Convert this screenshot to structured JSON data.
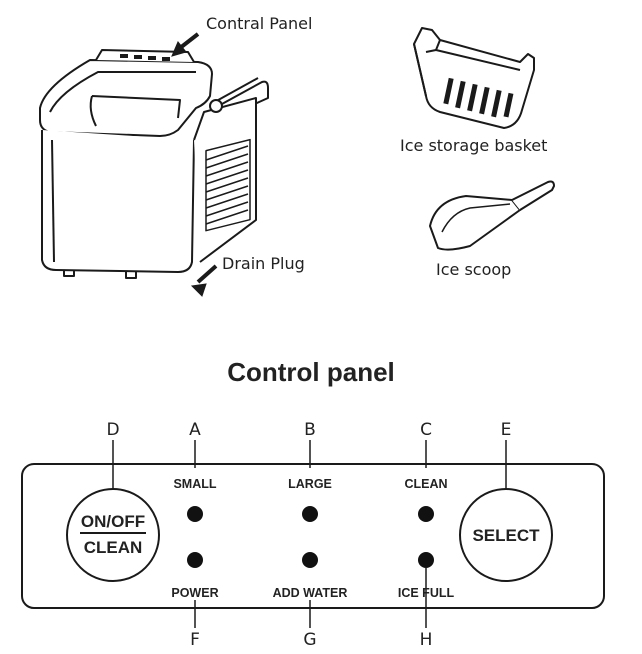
{
  "callouts": {
    "control_panel": "Contral Panel",
    "drain_plug": "Drain Plug",
    "basket": "Ice storage basket",
    "scoop": "Ice scoop"
  },
  "panel": {
    "title": "Control panel",
    "letters": {
      "A": "A",
      "B": "B",
      "C": "C",
      "D": "D",
      "E": "E",
      "F": "F",
      "G": "G",
      "H": "H"
    },
    "top_labels": {
      "small": "SMALL",
      "large": "LARGE",
      "clean": "CLEAN"
    },
    "bottom_labels": {
      "power": "POWER",
      "add_water": "ADD WATER",
      "ice_full": "ICE FULL"
    },
    "on_off_button": {
      "line1": "ON/OFF",
      "line2": "CLEAN"
    },
    "select_button": "SELECT"
  }
}
